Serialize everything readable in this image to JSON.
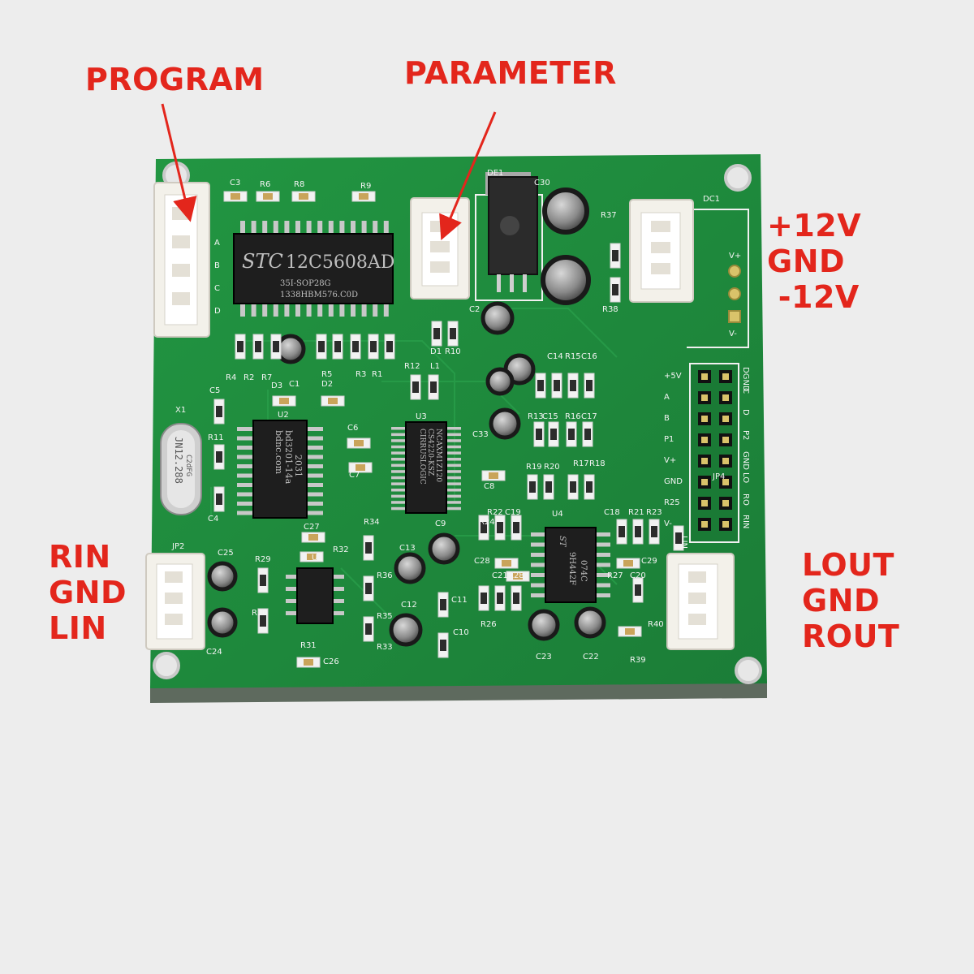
{
  "callouts": {
    "program": "PROGRAM",
    "parameter": "PARAMETER",
    "power": "+12V\nGND\n -12V",
    "input": "RIN\nGND\nLIN",
    "output": "LOUT\nGND\nROUT"
  },
  "chips": {
    "mcu": {
      "brand": "STC",
      "model": "12C5608AD",
      "line2": "35I-SOP28G",
      "line3": "1338HBM576.C0D"
    },
    "u2": {
      "line1": "bdnc.com",
      "line2": "bd3201-14a",
      "line3": "2031"
    },
    "u3": {
      "line1": "CIRRUSLOGIC",
      "line2": "CS4220-KSZ",
      "line3": "NCAXM1Z120"
    },
    "u4": {
      "brand": "ST",
      "line1": "9H442F",
      "line2": "074C"
    },
    "crystal": {
      "line1": "JN12.288",
      "line2": "C2dFG"
    }
  },
  "silkscreen": {
    "prog_pins": [
      "A",
      "B",
      "C",
      "D"
    ],
    "header_left": [
      "+5V",
      "A",
      "B",
      "P1",
      "V+",
      "GND",
      "R25",
      "V-"
    ],
    "header_right": [
      "DGND",
      "C",
      "D",
      "P2",
      "GND",
      "LO",
      "RO",
      "RIN"
    ],
    "header_bottom": "LIN",
    "power_pins": [
      "V+",
      "V-"
    ],
    "refs": [
      "C3",
      "R6",
      "R8",
      "R9",
      "DE1",
      "C30",
      "R37",
      "DC1",
      "C2",
      "R38",
      "D1",
      "R10",
      "R4",
      "R2",
      "R7",
      "R5",
      "R3",
      "R1",
      "D3",
      "C1",
      "D2",
      "R12",
      "L1",
      "C14",
      "R15",
      "C16",
      "C5",
      "U2",
      "U3",
      "C6",
      "C7",
      "R11",
      "X1",
      "C4",
      "R13",
      "C15",
      "R16",
      "C17",
      "C33",
      "R19",
      "R20",
      "R17",
      "R18",
      "C8",
      "R34",
      "C9",
      "R22",
      "C19",
      "U4",
      "C18",
      "R21",
      "R23",
      "C27",
      "R32",
      "C25",
      "R29",
      "JP2",
      "JP4",
      "C13",
      "R36",
      "C11",
      "C10",
      "C12",
      "R35",
      "R33",
      "C28",
      "R24",
      "R26",
      "C21",
      "R28",
      "R27",
      "C20",
      "C29",
      "C24",
      "R30",
      "R31",
      "C26",
      "C23",
      "C22",
      "R40",
      "R39",
      "U1"
    ]
  },
  "colors": {
    "pcb": "#1f8a3c",
    "pcb_dark": "#17702f",
    "callout": "#e3261c",
    "background": "#ededed"
  }
}
